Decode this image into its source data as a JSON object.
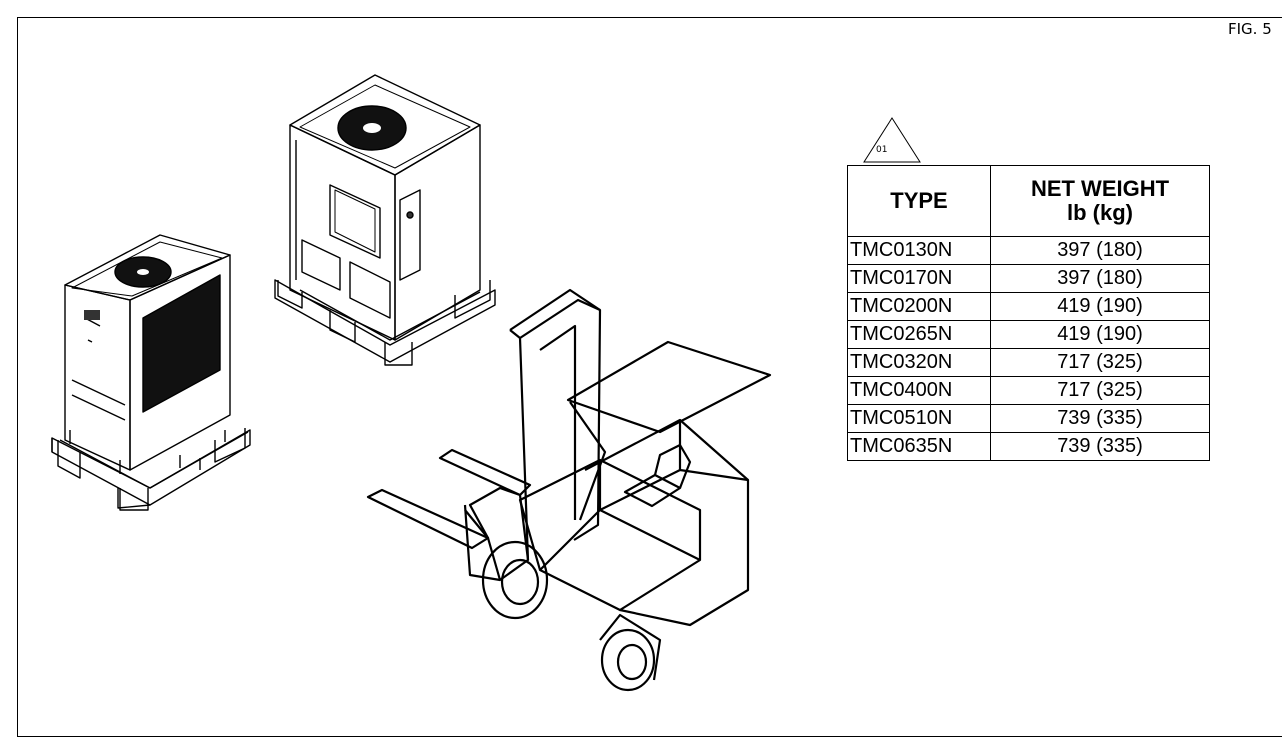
{
  "figure_label": "FIG. 5",
  "revision_marker": "01",
  "table": {
    "headers": {
      "type": "TYPE",
      "weight_line1": "NET WEIGHT",
      "weight_line2": "lb (kg)"
    },
    "rows": [
      {
        "type": "TMC0130N",
        "weight": "397 (180)"
      },
      {
        "type": "TMC0170N",
        "weight": "397 (180)"
      },
      {
        "type": "TMC0200N",
        "weight": "419 (190)"
      },
      {
        "type": "TMC0265N",
        "weight": "419 (190)"
      },
      {
        "type": "TMC0320N",
        "weight": "717 (325)"
      },
      {
        "type": "TMC0400N",
        "weight": "717 (325)"
      },
      {
        "type": "TMC0510N",
        "weight": "739 (335)"
      },
      {
        "type": "TMC0635N",
        "weight": "739 (335)"
      }
    ]
  }
}
